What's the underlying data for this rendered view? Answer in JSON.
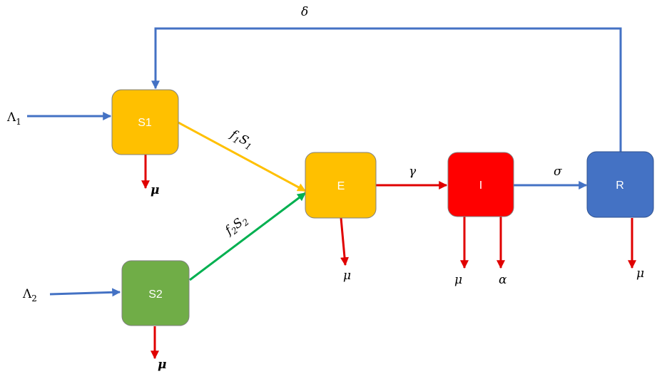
{
  "colors": {
    "blue": "#4472c4",
    "yellow": "#ffc000",
    "green": "#00b050",
    "red": "#e00000",
    "s2_fill": "#70ad47",
    "i_fill": "#ff0000",
    "r_fill": "#4472c4"
  },
  "nodes": {
    "s1": "S1",
    "s2": "S2",
    "e": "E",
    "i": "I",
    "r": "R"
  },
  "inputs": {
    "lambda1": {
      "symbol": "Λ",
      "sub": "1"
    },
    "lambda2": {
      "symbol": "Λ",
      "sub": "2"
    }
  },
  "transitions": {
    "f1s1": {
      "f": "f",
      "fsub": "1",
      "s": "S",
      "ssub": "1"
    },
    "f2s2": {
      "f": "f",
      "fsub": "2",
      "s": "S",
      "ssub": "2"
    },
    "gamma": "γ",
    "sigma": "σ",
    "delta": "δ"
  },
  "outflows": {
    "s1_mu": "μ",
    "s2_mu": "μ",
    "e_mu": "μ",
    "i_mu": "μ",
    "i_alpha": "α",
    "r_mu": "μ"
  }
}
